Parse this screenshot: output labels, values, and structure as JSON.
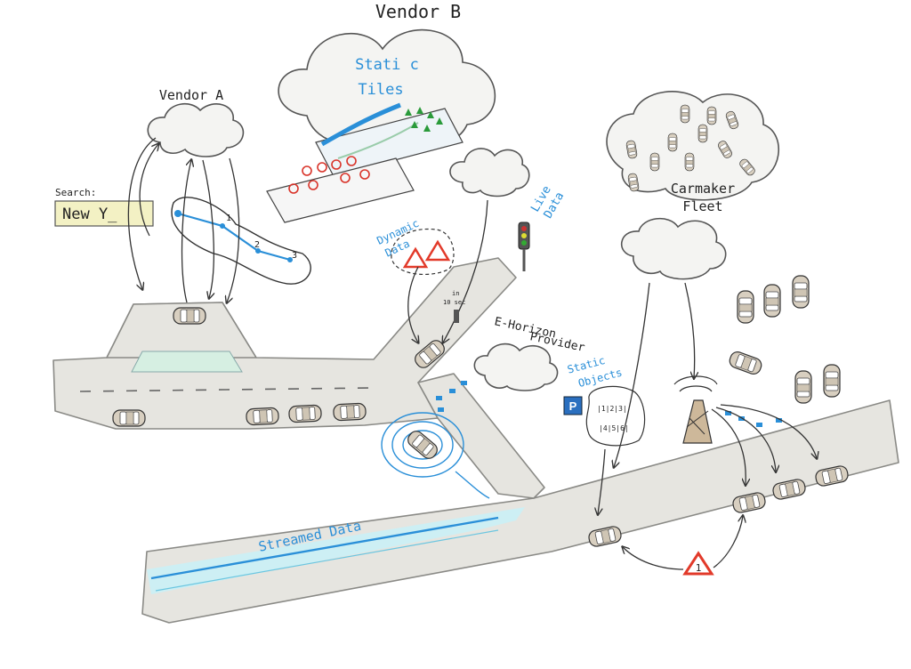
{
  "labels": {
    "vendor_a": "Vendor A",
    "vendor_b": "Vendor B",
    "static_tiles_line1": "Stati c",
    "static_tiles_line2": "Tiles",
    "search_label": "Search:",
    "search_value": "New Y_",
    "dynamic_data_line1": "Dynamic",
    "dynamic_data_line2": "Data",
    "live_data_line1": "Live",
    "live_data_line2": "Data",
    "carmaker_line1": "Carmaker",
    "carmaker_line2": "Fleet",
    "ehorizon_line1": "E-Horizon",
    "ehorizon_line2": "Provider",
    "static_objects_line1": "Static",
    "static_objects_line2": "Objects",
    "parking_sign": "P",
    "in_10_sec_line1": "in",
    "in_10_sec_line2": "10 sec",
    "streamed_data": "Streamed Data",
    "route_wp_1": "1",
    "route_wp_2": "2",
    "route_wp_3": "3",
    "hazard_number": "1",
    "table_cells_top": "|1|2|3|",
    "table_cells_bottom": "|4|5|6|"
  },
  "colors": {
    "accent_blue": "#2a8fd8",
    "ink": "#222222",
    "road": "#e6e5e0",
    "stream": "#cdeff4",
    "hazard_red": "#e23a2a",
    "search_box": "#f3f1c4"
  },
  "icons": [
    "cloud",
    "car",
    "traffic-light",
    "cell-tower",
    "parking-sign",
    "hazard-sign",
    "map-pin",
    "tree"
  ]
}
